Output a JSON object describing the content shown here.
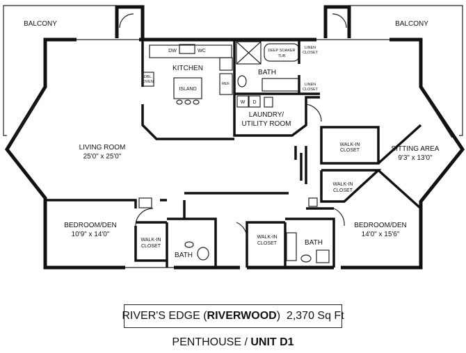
{
  "rooms": {
    "balcony_left": "BALCONY",
    "balcony_right": "BALCONY",
    "kitchen": "KITCHEN",
    "island": "ISLAND",
    "dw": "DW",
    "wc": "WC",
    "dbl_oven_1": "DBL.",
    "dbl_oven_2": "OVEN",
    "ref": "REF.",
    "deep_soaker_1": "DEEP SOAKER",
    "deep_soaker_2": "TUB",
    "linen_1a": "LINEN",
    "linen_1b": "CLOSET",
    "linen_2a": "LINEN",
    "linen_2b": "CLOSET",
    "bath_master": "BATH",
    "washer": "W",
    "dryer": "D",
    "laundry_1": "LAUNDRY/",
    "laundry_2": "UTILITY ROOM",
    "living_room": "LIVING ROOM",
    "living_room_dim": "25'0\" x 25'0\"",
    "walkin_1a": "WALK-IN",
    "walkin_1b": "CLOSET",
    "sitting_area": "SITTING AREA",
    "sitting_area_dim": "9'3\" x 13'0\"",
    "walkin_2a": "WALK-IN",
    "walkin_2b": "CLOSET",
    "bedroom_left": "BEDROOM/DEN",
    "bedroom_left_dim": "10'9\" x 14'0\"",
    "walkin_3a": "WALK-IN",
    "walkin_3b": "CLOSET",
    "bath_left": "BATH",
    "walkin_4a": "WALK-IN",
    "walkin_4b": "CLOSET",
    "bath_right": "BATH",
    "bedroom_right": "BEDROOM/DEN",
    "bedroom_right_dim": "14'0\" x 15'6\""
  },
  "caption": {
    "prefix": "RIVER'S EDGE (",
    "bold": "RIVERWOOD",
    "suffix": ")  2,370 Sq Ft"
  },
  "unit": {
    "prefix": "PENTHOUSE / ",
    "bold": "UNIT D1"
  }
}
